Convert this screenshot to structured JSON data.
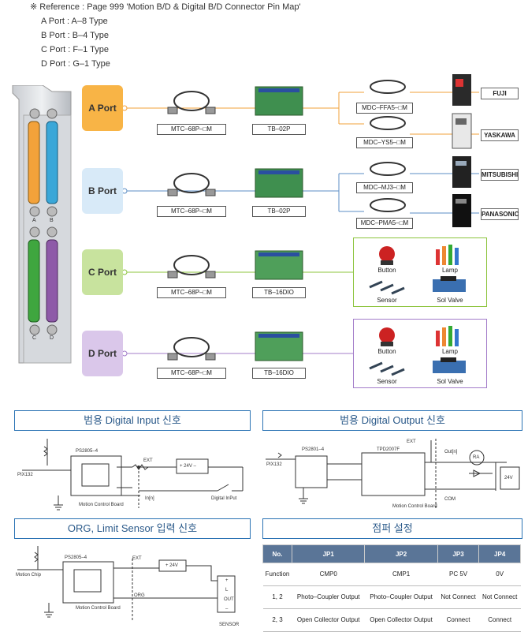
{
  "reference": {
    "title": "※ Reference : Page 999 'Motion B/D & Digital B/D Connector Pin Map'",
    "lines": [
      "A Port : A–8 Type",
      "B Port : B–4 Type",
      "C Port : F–1 Type",
      "D Port : G–1 Type"
    ]
  },
  "bracket": {
    "labels": [
      "A",
      "B",
      "C",
      "D"
    ]
  },
  "ports": [
    {
      "label": "A Port",
      "cable": "MTC–68P–□M",
      "board": "TB–02P",
      "branches": [
        "MDC–FFA5–□M",
        "MDC–YS5–□M"
      ],
      "brands": [
        "FUJI",
        "YASKAWA"
      ]
    },
    {
      "label": "B Port",
      "cable": "MTC–68P–□M",
      "board": "TB–02P",
      "branches": [
        "MDC–MJ3–□M",
        "MDC–PMA5–□M"
      ],
      "brands": [
        "MITSUBISHI",
        "PANASONIC"
      ]
    },
    {
      "label": "C Port",
      "cable": "MTC–68P–□M",
      "board": "TB–16DIO",
      "devices": [
        "Button",
        "Lamp",
        "Sensor",
        "Sol Valve"
      ]
    },
    {
      "label": "D Port",
      "cable": "MTC–68P–□M",
      "board": "TB–16DIO",
      "devices": [
        "Button",
        "Lamp",
        "Sensor",
        "Sol Valve"
      ]
    }
  ],
  "sections": {
    "digital_input": "범용 Digital Input 신호",
    "digital_output": "범용 Digital Output 신호",
    "org_limit": "ORG, Limit Sensor 입력 신호",
    "jumper": "점퍼 설정"
  },
  "circuit_input": {
    "chip": "PS2805–4",
    "pin": "PIX132",
    "ext": "EXT",
    "supply": "+ 24V –",
    "board": "Motion Control Board",
    "in": "In[n]",
    "switch": "Digital InPut"
  },
  "circuit_output": {
    "chip": "PS2801–4",
    "pin": "PIX132",
    "ic": "TPD2007F",
    "ext": "EXT",
    "out": "Out[n]",
    "ra": "RA",
    "supply": "24V",
    "board": "Motion Control Board",
    "com": "COM"
  },
  "circuit_org": {
    "chip": "PS2805–4",
    "chip_name": "Motion Chip",
    "ext": "EXT",
    "supply": "+ 24V",
    "org": "ORG",
    "board": "Motion Control Board",
    "sensor": "SENSOR",
    "pins": [
      "+",
      "L",
      "OUT",
      "–"
    ]
  },
  "jumper_table": {
    "headers": [
      "No.",
      "JP1",
      "JP2",
      "JP3",
      "JP4"
    ],
    "rows": [
      [
        "Function",
        "CMP0",
        "CMP1",
        "PC 5V",
        "0V"
      ],
      [
        "1, 2",
        "Photo–Coupler Output",
        "Photo–Coupler Output",
        "Not Connect",
        "Not Connect"
      ],
      [
        "2, 3",
        "Open Collector Output",
        "Open Collector Output",
        "Connect",
        "Connect"
      ]
    ]
  },
  "colors": {
    "port_a": "#f8b446",
    "port_b": "#d8eaf8",
    "port_c": "#c8e39e",
    "port_d": "#dac7ea",
    "accent": "#2b73b4"
  }
}
